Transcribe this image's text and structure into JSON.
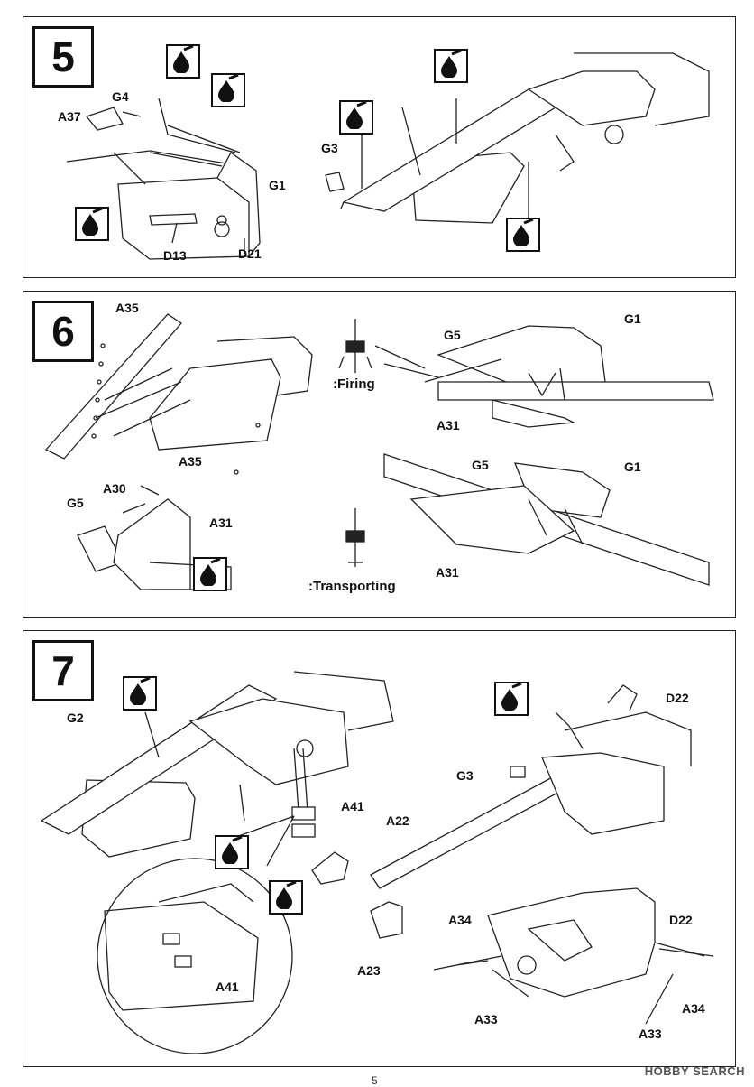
{
  "steps": [
    {
      "number": "5"
    },
    {
      "number": "6"
    },
    {
      "number": "7"
    }
  ],
  "step5": {
    "labels": {
      "a37": "A37",
      "g4": "G4",
      "g1": "G1",
      "d13": "D13",
      "d21": "D21",
      "g3": "G3"
    }
  },
  "step6": {
    "labels": {
      "a35_top": "A35",
      "a35_bottom": "A35",
      "a30": "A30",
      "a31_left": "A31",
      "g5_left": "G5",
      "g5_firing": "G5",
      "g1_firing": "G1",
      "a31_firing": "A31",
      "g5_transport": "G5",
      "g1_transport": "G1",
      "a31_transport": "A31",
      "firing": ":Firing",
      "transporting": ":Transporting"
    }
  },
  "step7": {
    "labels": {
      "g2": "G2",
      "a41_top": "A41",
      "a22": "A22",
      "a23": "A23",
      "a41_detail": "A41",
      "d22_top": "D22",
      "g3": "G3",
      "a34_left": "A34",
      "d22_bottom": "D22",
      "a33_left": "A33",
      "a34_right": "A34",
      "a33_right": "A33"
    }
  },
  "footer": {
    "brand": "HOBBY SEARCH",
    "page": "5"
  },
  "icons": {
    "glue": "glue-drop-icon"
  }
}
